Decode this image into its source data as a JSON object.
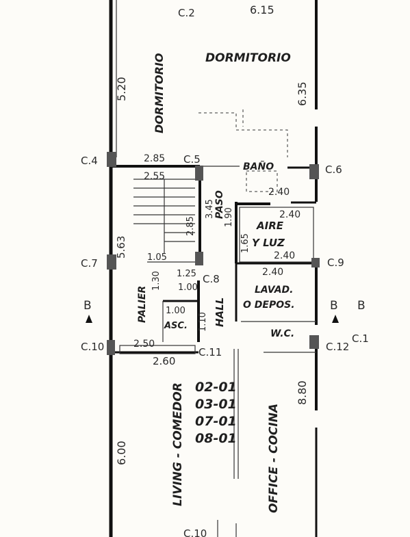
{
  "rooms": {
    "dormitorio_top": "DORMITORIO",
    "dormitorio_side": "DORMITORIO",
    "bano": "BAÑO",
    "paso": "PASO",
    "aire_line1": "AIRE",
    "aire_line2": "Y LUZ",
    "palier": "PALIER",
    "hall": "HALL",
    "lavad_line1": "LAVAD.",
    "lavad_line2": "O DEPOS.",
    "wc": "W.C.",
    "asc": "ASC.",
    "living": "LIVING - COMEDOR",
    "office": "OFFICE - COCINA"
  },
  "units": [
    "02-01",
    "03-01",
    "07-01",
    "08-01"
  ],
  "columns": {
    "c2": "C.2",
    "c4": "C.4",
    "c5": "C.5",
    "c6": "C.6",
    "c7": "C.7",
    "c8": "C.8",
    "c9": "C.9",
    "c10": "C.10",
    "c11": "C.11",
    "c12": "C.12",
    "c10_bottom": "C.10",
    "c1_right": "C.1"
  },
  "section_marks": {
    "left": "B",
    "right": "B",
    "far_right": "B"
  },
  "dimensions": {
    "d615": "6.15",
    "d520": "5.20",
    "d635": "6.35",
    "d285a": "2.85",
    "d255": "2.55",
    "d240a": "2.40",
    "d240b": "2.40",
    "d240c": "2.40",
    "d240d": "2.40",
    "d190": "1.90",
    "d165": "1.65",
    "d345": "3.45",
    "d285b": "2.85",
    "d563": "5.63",
    "d105": "1.05",
    "d125": "1.25",
    "d130": "1.30",
    "d100a": "1.00",
    "d100b": "1.00",
    "d110": "1.10",
    "d250": "2.50",
    "d260": "2.60",
    "d880": "8.80",
    "d600": "6.00"
  }
}
